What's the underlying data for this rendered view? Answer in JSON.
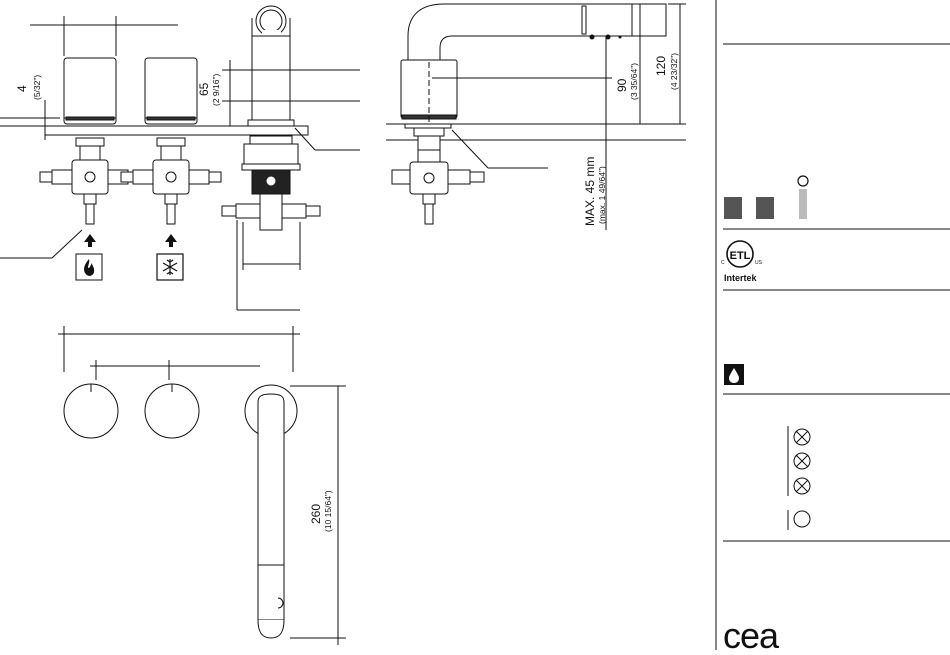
{
  "dimensions": {
    "plate_thickness": {
      "value": "4",
      "imperial": "(5/32\")"
    },
    "spout_height": {
      "value": "65",
      "imperial": "(2 9/16\")"
    },
    "spout_drop": {
      "value": "90",
      "imperial": "(3 35/64\")"
    },
    "spout_total_height": {
      "value": "120",
      "imperial": "(4 23/32\")"
    },
    "max_wall": {
      "value": "MAX. 45 mm",
      "imperial": "(max. 1 49/64\")"
    },
    "spout_length": {
      "value": "260",
      "imperial": "(10 15/64\")"
    }
  },
  "supply": {
    "hot_icon": "flame-icon",
    "cold_icon": "snowflake-icon"
  },
  "sidebar": {
    "finish_swatches": [
      "#555555",
      "#555555"
    ],
    "certification": {
      "mark_text": "ETL",
      "c_label": "C",
      "us_label": "US",
      "company": "Intertek"
    },
    "water_icon": "water-drop-icon",
    "brand": "cea"
  }
}
